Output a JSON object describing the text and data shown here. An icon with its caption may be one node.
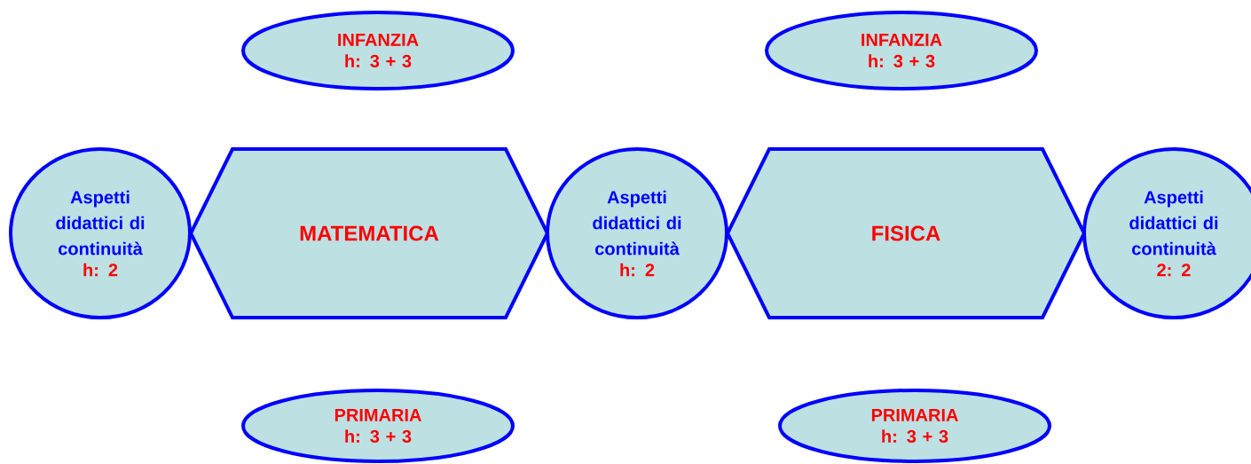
{
  "diagram": {
    "nodes": [
      {
        "text": [
          "INFANZIA",
          "h: 3 + 3"
        ]
      },
      {
        "text": [
          "INFANZIA",
          "h: 3 + 3"
        ]
      },
      {
        "text": [
          "Aspetti didattici di continuità",
          "h: 2"
        ]
      },
      {
        "text": [
          "MATEMATICA"
        ]
      },
      {
        "text": [
          "Aspetti didattici di continuità",
          "h: 2"
        ]
      },
      {
        "text": [
          "FISICA"
        ]
      },
      {
        "text": [
          "Aspetti didattici di continuità",
          "2: 2"
        ]
      },
      {
        "text": [
          "PRIMARIA",
          "h: 3 + 3"
        ]
      },
      {
        "text": [
          "PRIMARIA",
          "h: 3 + 3"
        ]
      }
    ]
  }
}
